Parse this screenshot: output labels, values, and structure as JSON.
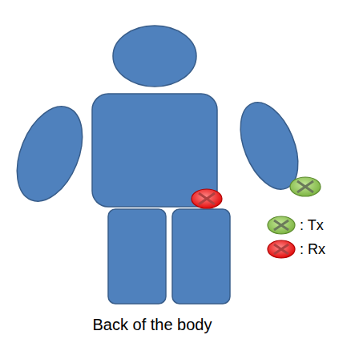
{
  "diagram": {
    "caption": "Back of the body",
    "legend": [
      {
        "text": ": Tx"
      },
      {
        "text": ": Rx"
      }
    ]
  }
}
